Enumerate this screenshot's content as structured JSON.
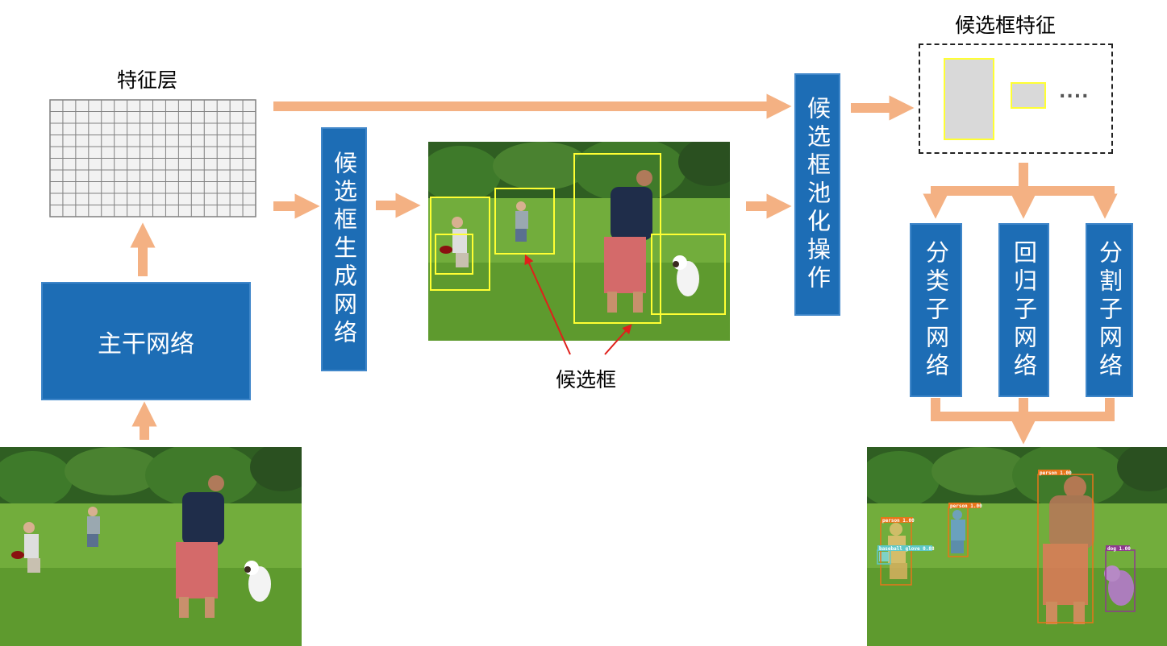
{
  "labels": {
    "feature_layer": "特征层",
    "backbone": "主干网络",
    "rpn": "候选框生成网络",
    "candidate_boxes": "候选框",
    "roi_pooling": "候选框池化操作",
    "roi_features": "候选框特征",
    "roi_features_more": "....",
    "cls_head": "分类子网络",
    "reg_head": "回归子网络",
    "seg_head": "分割子网络"
  },
  "detections": [
    {
      "label": "person 1.00",
      "color": "#e8751a"
    },
    {
      "label": "baseball glove 0.88",
      "color": "#5ec8c8"
    },
    {
      "label": "person 1.00",
      "color": "#e8751a"
    },
    {
      "label": "person 1.00",
      "color": "#e8751a"
    },
    {
      "label": "dog 1.00",
      "color": "#8e3a8e"
    }
  ],
  "colors": {
    "arrow": "#f4b183",
    "box_fill": "#1d6db5",
    "proposal": "#ffff33",
    "pointer": "#e0201b",
    "grass": "#5f9a2e"
  },
  "icons": {
    "input_photo": "backyard-scene-photo",
    "proposal_photo": "backyard-scene-photo-with-boxes",
    "output_photo": "segmentation-result-photo"
  }
}
